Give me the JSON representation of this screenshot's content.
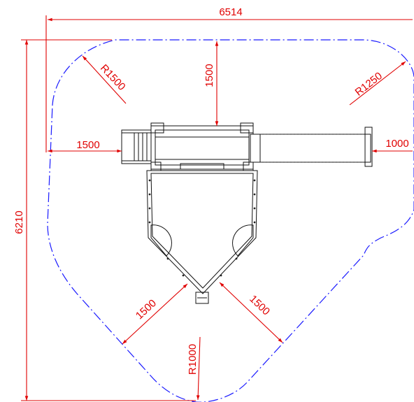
{
  "drawing": {
    "line_color": "#e00000",
    "zone_color": "#1a1aff",
    "equipment_color": "#111111",
    "dimensions": {
      "overall_width": "6514",
      "overall_height": "6210",
      "top_clearance": "1500",
      "left_clearance": "1500",
      "right_clearance": "1000",
      "lower_left_clearance": "1500",
      "lower_right_clearance": "1500"
    },
    "radii": {
      "top_left": "R1500",
      "top_right": "R1250",
      "bottom": "R1000"
    }
  }
}
